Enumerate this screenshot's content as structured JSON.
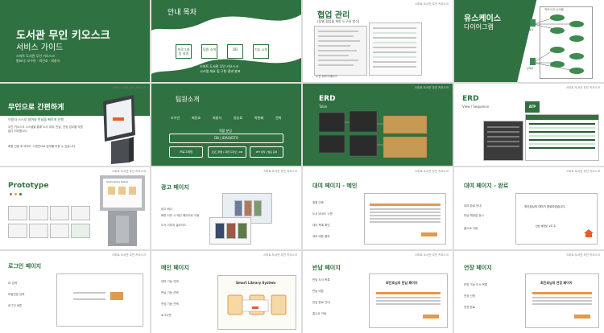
{
  "common": {
    "tag": "스마트 도서관 무인 키오스크"
  },
  "s1": {
    "title_line1": "도서관 무인 키오스크",
    "title_line2": "서비스 가이드",
    "sub1": "스마트 도서관 무인 키오스크",
    "sub2": "발표자: 오수빈 · 최진호 · 최창식"
  },
  "s2": {
    "title": "안내 목차",
    "items": [
      "프로그래밍 설명",
      "팀원 소개",
      "DB",
      "기능 소개"
    ],
    "footer1": "스마트 도서관 무인 키오스크",
    "footer2": "시스템 개요 및 구현 결과 발표"
  },
  "s3": {
    "title": "협업 관리",
    "sub": "(팀별 협업을 위한 도구와 방식)",
    "logo": "노션 워크스페이스"
  },
  "s4": {
    "title": "유스케이스",
    "sub": "다이어그램",
    "actor1": "사용자",
    "actor2": "관리자",
    "system": "키오스크 시스템"
  },
  "s5": {
    "title": "무인으로 간편하게",
    "sub": "이용자 스스로 대여와 반납을 빠르게 진행",
    "p1": "무인 키오스크 시스템을 통해 도서 대여, 반납, 연장 업무를 직원 없이 처리합니다.",
    "p2": "회원 인증 후 바코드 스캔만으로 업무를 마칠 수 있습니다."
  },
  "s6": {
    "title": "팀원소개",
    "members": [
      "오수빈",
      "최진호",
      "최창식",
      "양승묘",
      "박현혜",
      "전희"
    ],
    "role": "역할 분담",
    "db_label": "DB | IDAO/DTO",
    "c1": "프로그래밍",
    "c2": "프로그래밍 | 화면 디자인 | DB",
    "c3": "PPT 제작 | 발표 준비"
  },
  "s7": {
    "title": "ERD",
    "sub": "Table"
  },
  "s8": {
    "title": "ERD",
    "sub": "View / Sequence",
    "logo": "ATP"
  },
  "s9": {
    "title": "Prototype",
    "screen_title": "Smart Library System"
  },
  "s10": {
    "title": "광고 페이지",
    "b1": "광고 배너",
    "b2": "화면 터치 시 메인 페이지로 이동",
    "b3": "도서 이미지 슬라이드"
  },
  "s11": {
    "title": "대여 페이지 - 메인",
    "b1": "회원 인증",
    "b2": "도서 바코드 스캔",
    "b3": "대여 목록 확인",
    "b4": "대여 버튼 클릭"
  },
  "s12": {
    "title": "대여 페이지 - 완료",
    "b1": "대여 완료 안내",
    "b2": "반납 예정일 표시",
    "b3": "홈으로 이동",
    "msg": "최진호님의 대여가 완료되었습니다.",
    "msg2": "반납 예정일: 2주 후"
  },
  "s13": {
    "title": "로그인 페이지",
    "b1": "ID 입력",
    "b2": "비밀번호 입력",
    "b3": "로그인 버튼"
  },
  "s14": {
    "title": "메인 페이지",
    "b1": "대여 기능 선택",
    "b2": "반납 기능 선택",
    "b3": "연장 기능 선택",
    "b4": "로그아웃",
    "screen_title": "Smart Library System"
  },
  "s15": {
    "title": "반납 페이지",
    "b1": "반납 도서 목록",
    "b2": "반납 버튼",
    "b3": "반납 완료 안내",
    "b4": "홈으로 이동",
    "screen_title": "최진호님의 반납 페이지"
  },
  "s16": {
    "title": "연장 페이지",
    "b1": "연장 가능 도서 목록",
    "b2": "연장 신청",
    "b3": "연장 완료",
    "screen_title": "최진호님의 연장 페이지"
  }
}
